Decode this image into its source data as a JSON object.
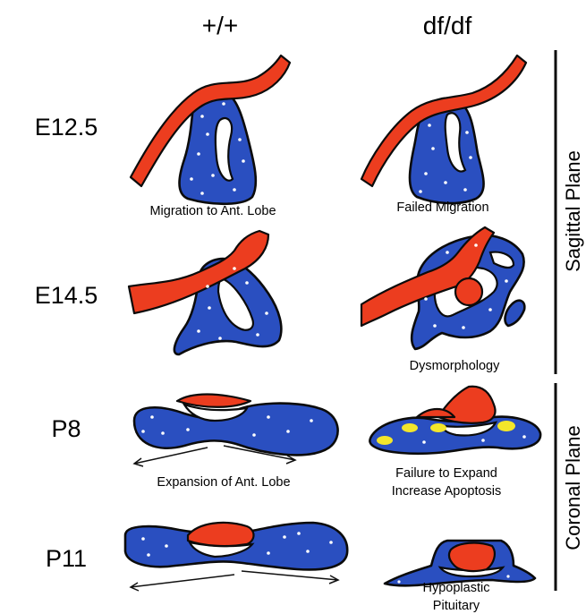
{
  "columns": {
    "wild_type": "+/+",
    "mutant": "df/df"
  },
  "rows": {
    "r1": "E12.5",
    "r2": "E14.5",
    "r3": "P8",
    "r4": "P11"
  },
  "planes": {
    "sagittal": "Sagittal Plane",
    "coronal": "Coronal Plane"
  },
  "captions": {
    "e125_wt": "Migration to Ant. Lobe",
    "e125_mut": "Failed Migration",
    "e145_mut": "Dysmorphology",
    "p8_wt": "Expansion of Ant. Lobe",
    "p8_mut_line1": "Failure to Expand",
    "p8_mut_line2": "Increase Apoptosis",
    "p11_mut_line1": "Hypoplastic",
    "p11_mut_line2": "Pituitary"
  },
  "colors": {
    "tissue_blue": "#2a4fc0",
    "neural_red": "#ec3d1f",
    "apoptosis_yellow": "#f3e62a",
    "outline": "#0b0b0b"
  }
}
